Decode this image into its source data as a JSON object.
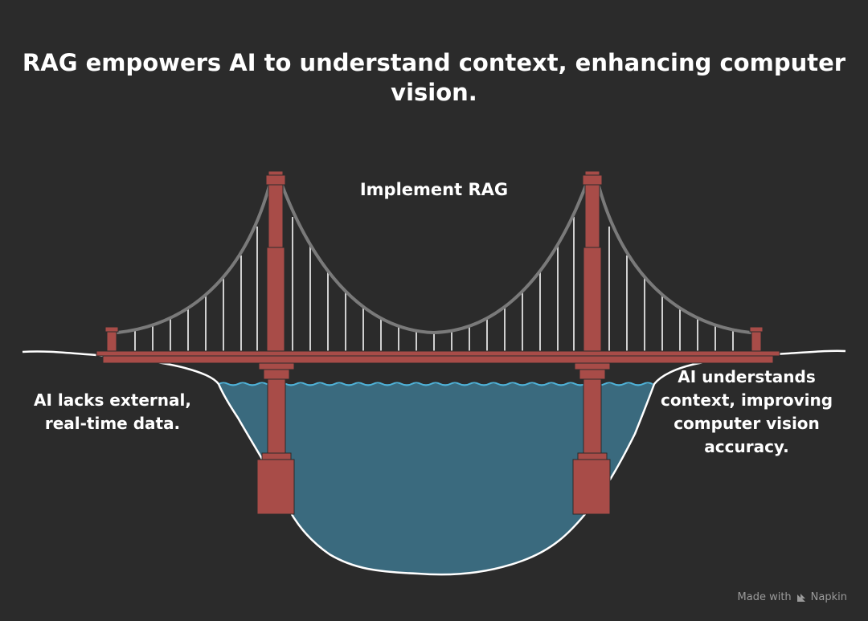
{
  "title": "RAG empowers AI to understand context, enhancing computer vision.",
  "bridge_label": "Implement RAG",
  "left_label": "AI lacks external, real-time data.",
  "right_label": "AI understands context, improving computer vision accuracy.",
  "footer": {
    "made_with": "Made with",
    "brand": "Napkin"
  },
  "colors": {
    "background": "#2b2b2b",
    "bridge": "#a84c48",
    "cable": "#7a7a7a",
    "water": "#3a6a7e",
    "wave": "#4fb3d9",
    "ground_outline": "#ffffff"
  }
}
